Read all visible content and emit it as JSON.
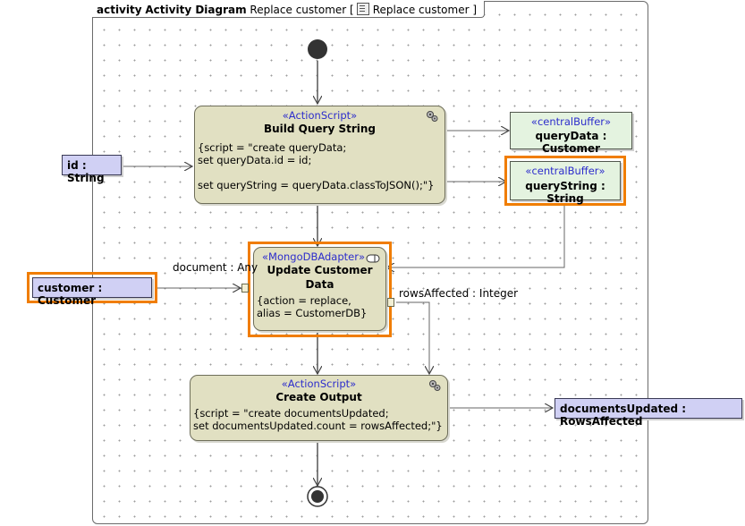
{
  "frame": {
    "kind": "activity",
    "diagram_type": "Activity Diagram",
    "name": "Replace customer",
    "bracket_open": "[",
    "reference": "Replace customer",
    "bracket_close": "]"
  },
  "actions": {
    "build": {
      "stereotype": "«ActionScript»",
      "title": "Build Query String",
      "body": "{script = \"create queryData;\nset queryData.id = id;\n\nset queryString = queryData.classToJSON();\"}"
    },
    "update": {
      "stereotype": "«MongoDBAdapter»",
      "title_line1": "Update Customer",
      "title_line2": "Data",
      "body": "{action = replace,\nalias = CustomerDB}"
    },
    "output": {
      "stereotype": "«ActionScript»",
      "title": "Create Output",
      "body": "{script = \"create documentsUpdated;\nset documentsUpdated.count = rowsAffected;\"}"
    }
  },
  "buffers": {
    "query_data": {
      "stereotype": "«centralBuffer»",
      "label": "queryData : Customer"
    },
    "query_string": {
      "stereotype": "«centralBuffer»",
      "label": "queryString : String"
    }
  },
  "objects": {
    "id": "id : String",
    "customer": "customer : Customer",
    "documents_updated": "documentsUpdated : RowsAffected"
  },
  "pins": {
    "document": "document : Any",
    "rows_affected": "rowsAffected : Integer"
  },
  "colors": {
    "action_fill": "#e1e0c2",
    "object_fill": "#d0d0f4",
    "buffer_fill": "#e4f3e0",
    "highlight": "#f07d00",
    "stereotype_text": "#2d2dcc"
  }
}
